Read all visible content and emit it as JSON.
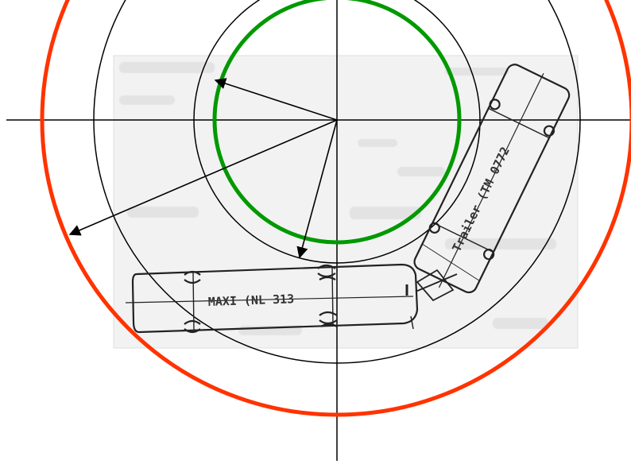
{
  "diagram": {
    "vehicles": {
      "truck_label": "MAXI (NL 313",
      "trailer_label": "Trailer (TM 0772"
    },
    "circles": [
      {
        "name": "outer-swept-circle",
        "color": "#ff3300"
      },
      {
        "name": "large-reference-circle",
        "color": "#000000"
      },
      {
        "name": "small-reference-circle",
        "color": "#000000"
      },
      {
        "name": "inner-turning-circle",
        "color": "#009900"
      }
    ],
    "arrows": [
      {
        "name": "radius-arrow-inner"
      },
      {
        "name": "radius-arrow-outer"
      },
      {
        "name": "radius-arrow-vehicle"
      }
    ]
  }
}
